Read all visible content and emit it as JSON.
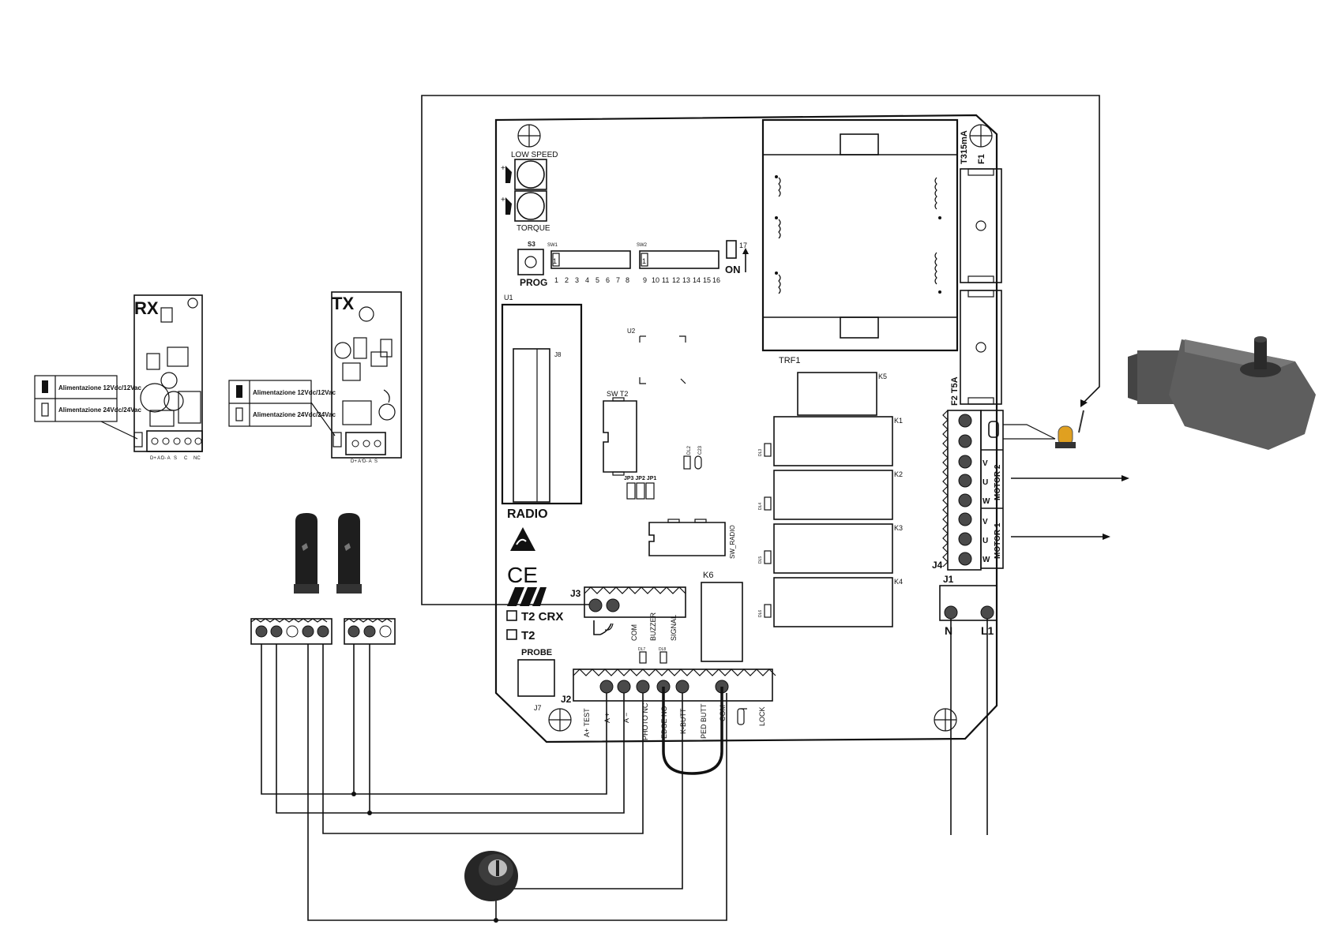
{
  "board": {
    "trimmers": {
      "top": "LOW SPEED",
      "bottom": "TORQUE"
    },
    "prog_button": {
      "ref": "S3",
      "label": "PROG"
    },
    "dip1": {
      "ref": "SW1",
      "first": "1",
      "numbers": [
        "1",
        "2",
        "3",
        "4",
        "5",
        "6",
        "7",
        "8"
      ]
    },
    "dip2": {
      "ref": "SW2",
      "first": "1",
      "numbers": [
        "9",
        "10",
        "11",
        "12",
        "13",
        "14",
        "15",
        "16"
      ]
    },
    "dip3": {
      "ref": "17",
      "on": "ON"
    },
    "transformer": "TRF1",
    "fuse1": {
      "value": "T315mA",
      "ref": "F1"
    },
    "fuse2": {
      "value": "F2 T5A"
    },
    "radio_module": {
      "ref": "U1",
      "connector": "J8",
      "label": "RADIO"
    },
    "u2": "U2",
    "sw_t2": "SW  T2",
    "jumpers": "JP3 JP2 JP1",
    "dl2": "DL2",
    "c23": "C23",
    "sw_radio": "SW_RADIO",
    "relays": {
      "k1": "K1",
      "k2": "K2",
      "k3": "K3",
      "k4": "K4",
      "k5": "K5",
      "k6": "K6"
    },
    "leds": {
      "dl3": "DL3",
      "dl4": "DL4",
      "dl5": "DL5",
      "dl6": "DL6",
      "dl7": "DL7",
      "dl8": "DL8"
    },
    "ce": "CE",
    "j3": {
      "ref": "J3",
      "labels": [
        "COM",
        "BUZZER",
        "SIGNAL"
      ]
    },
    "options": [
      "T2 CRX",
      "T2"
    ],
    "probe": {
      "label": "PROBE",
      "ref": "J7"
    },
    "j2": {
      "ref": "J2",
      "labels": [
        "A+ TEST",
        "A +",
        "A −",
        "PHOTO NC",
        "EDGE NO",
        "K-BUTT",
        "PED BUTT",
        "COM",
        "LOCK"
      ]
    },
    "j4": {
      "ref": "J4",
      "motor2": {
        "label": "MOTOR 2",
        "phases": [
          "V",
          "U",
          "W"
        ]
      },
      "motor1": {
        "label": "MOTOR 1",
        "phases": [
          "V",
          "U",
          "W"
        ]
      }
    },
    "j1": {
      "ref": "J1",
      "terminals": [
        "N",
        "L1"
      ]
    }
  },
  "rx_module": {
    "title": "RX",
    "supply": [
      "Alimentazione 12Vdc/12Vac",
      "Alimentazione 24Vdc/24Vac"
    ],
    "terminals": [
      "D+ A⁺",
      "D- A",
      "S",
      "C",
      "NC"
    ]
  },
  "tx_module": {
    "title": "TX",
    "supply": [
      "Alimentazione 12Vdc/12Vac",
      "Alimentazione 24Vdc/24Vac"
    ],
    "terminals": [
      "D+ A⁺",
      "D- A",
      "S"
    ]
  }
}
